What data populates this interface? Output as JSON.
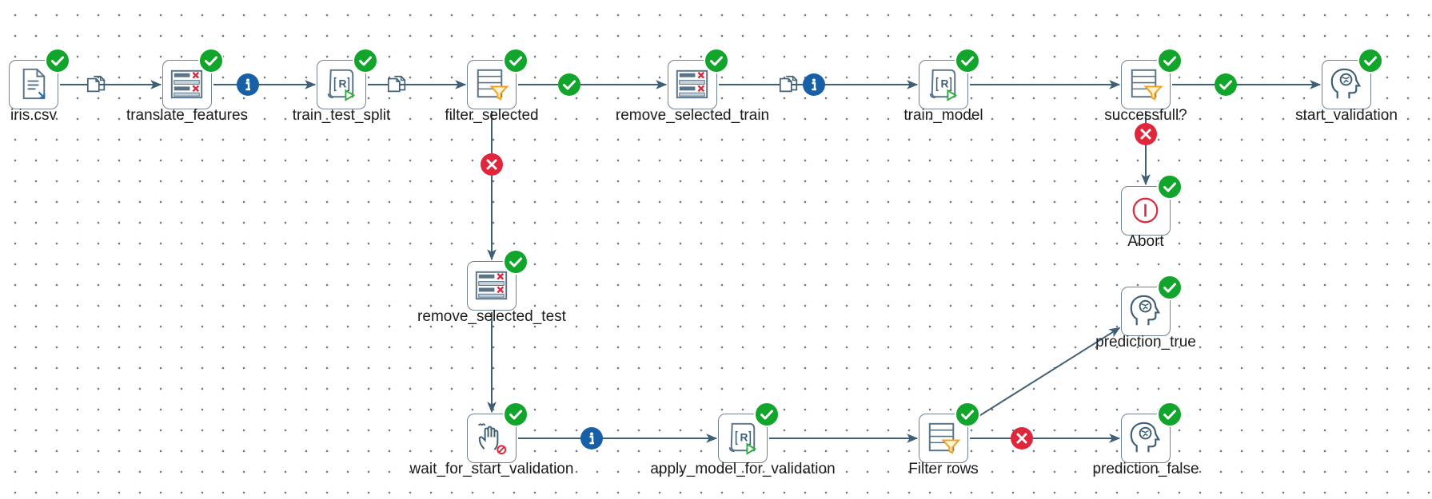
{
  "steps": {
    "iris_csv": {
      "label": "iris.csv",
      "icon": "text-file-input-icon"
    },
    "translate_features": {
      "label": "translate_features",
      "icon": "select-values-icon"
    },
    "train_test_split": {
      "label": "train_test_split",
      "icon": "r-script-icon"
    },
    "filter_selected": {
      "label": "filter_selected",
      "icon": "filter-rows-icon"
    },
    "remove_selected_train": {
      "label": "remove_selected_train",
      "icon": "select-values-icon"
    },
    "train_model": {
      "label": "train_model",
      "icon": "r-script-icon"
    },
    "successfull": {
      "label": "successfull?",
      "icon": "filter-rows-icon"
    },
    "start_validation": {
      "label": "start_validation",
      "icon": "write-to-log-icon"
    },
    "abort": {
      "label": "Abort",
      "icon": "abort-icon"
    },
    "remove_selected_test": {
      "label": "remove_selected_test",
      "icon": "select-values-icon"
    },
    "prediction_true": {
      "label": "prediction_true",
      "icon": "write-to-log-icon"
    },
    "wait_for_start_validation": {
      "label": "wait_for_start_validation",
      "icon": "block-until-steps-finish-icon"
    },
    "apply_model_for_validation": {
      "label": "apply_model_for_validation",
      "icon": "r-script-icon"
    },
    "filter_rows": {
      "label": "Filter rows",
      "icon": "filter-rows-icon"
    },
    "prediction_false": {
      "label": "prediction_false",
      "icon": "write-to-log-icon"
    }
  },
  "hops": [
    {
      "from": "iris_csv",
      "to": "translate_features",
      "marker": "copy"
    },
    {
      "from": "translate_features",
      "to": "train_test_split",
      "marker": "info"
    },
    {
      "from": "train_test_split",
      "to": "filter_selected",
      "marker": "copy"
    },
    {
      "from": "filter_selected",
      "to": "remove_selected_train",
      "marker": "true"
    },
    {
      "from": "filter_selected",
      "to": "remove_selected_test",
      "marker": "false"
    },
    {
      "from": "remove_selected_train",
      "to": "train_model",
      "marker": "copy-info"
    },
    {
      "from": "train_model",
      "to": "successfull",
      "marker": "none"
    },
    {
      "from": "successfull",
      "to": "start_validation",
      "marker": "true"
    },
    {
      "from": "successfull",
      "to": "abort",
      "marker": "false"
    },
    {
      "from": "remove_selected_test",
      "to": "wait_for_start_validation",
      "marker": "none"
    },
    {
      "from": "wait_for_start_validation",
      "to": "apply_model_for_validation",
      "marker": "info"
    },
    {
      "from": "apply_model_for_validation",
      "to": "filter_rows",
      "marker": "none"
    },
    {
      "from": "filter_rows",
      "to": "prediction_true",
      "marker": "none"
    },
    {
      "from": "filter_rows",
      "to": "prediction_false",
      "marker": "false"
    }
  ],
  "status": {
    "all_steps": "success"
  },
  "colors": {
    "hop_line": "#3f5f76",
    "success": "#12a52b",
    "error": "#e0263a",
    "info": "#1760a8",
    "step_border": "#6f8496",
    "filter_accent": "#f2a11a",
    "r_script_accent": "#2fae3f"
  }
}
